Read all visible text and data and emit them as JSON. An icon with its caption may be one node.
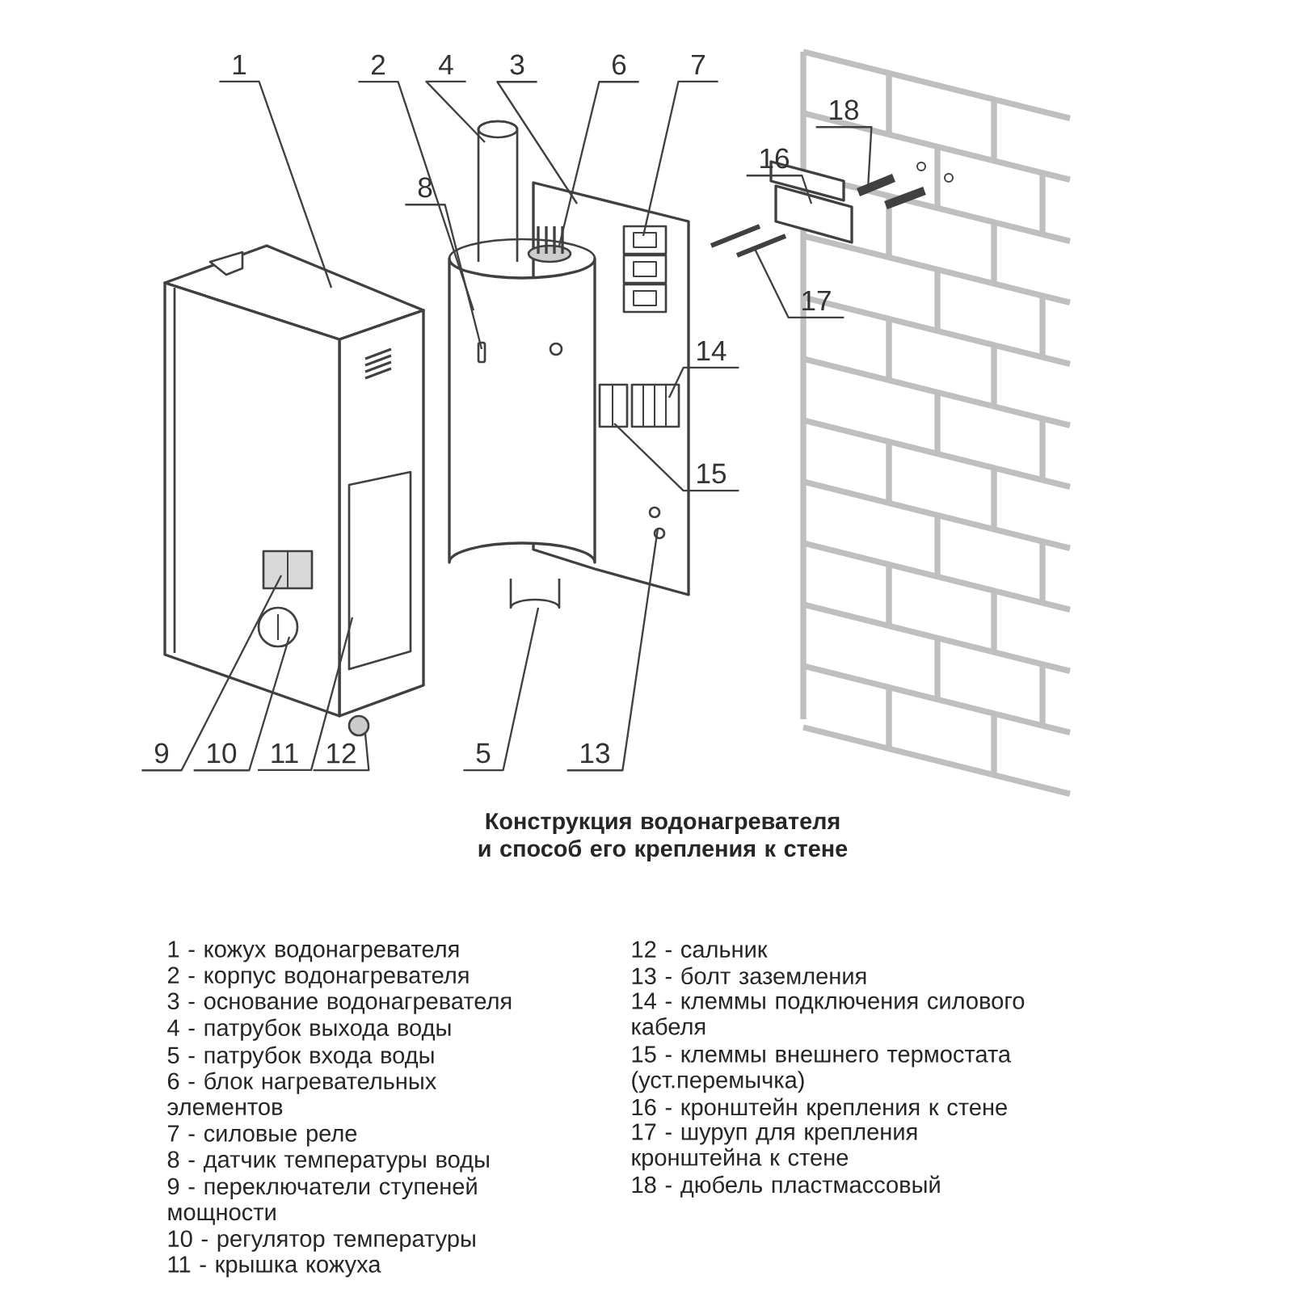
{
  "diagram": {
    "caption": "Конструкция водонагревателя и способ его крепления к стене",
    "nodes": [
      {
        "text": [
          "1"
        ]
      },
      {
        "text": [
          "2"
        ]
      },
      {
        "text": [
          "4"
        ]
      },
      {
        "text": [
          "3"
        ]
      },
      {
        "text": [
          "6"
        ]
      },
      {
        "text": [
          "7"
        ]
      },
      {
        "text": [
          "8"
        ]
      },
      {
        "text": [
          "18"
        ]
      },
      {
        "text": [
          "16"
        ]
      },
      {
        "text": [
          "17"
        ]
      },
      {
        "text": [
          "14"
        ]
      },
      {
        "text": [
          "15"
        ]
      },
      {
        "text": [
          "9"
        ]
      },
      {
        "text": [
          "10"
        ]
      },
      {
        "text": [
          "11"
        ]
      },
      {
        "text": [
          "12"
        ]
      },
      {
        "text": [
          "5"
        ]
      },
      {
        "text": [
          "13"
        ]
      },
      {
        "text": [],
        "shape": "picture"
      },
      {
        "text": [],
        "shape": "picture",
        "in": 18
      },
      {
        "text": [],
        "shape": "picture",
        "in": 18
      },
      {
        "text": [],
        "shape": "box"
      },
      {
        "text": [],
        "shape": "circle"
      },
      {
        "text": [],
        "shape": "picture"
      },
      {
        "text": [],
        "shape": "picture",
        "in": 23
      },
      {
        "text": [],
        "shape": "picture",
        "in": 23
      },
      {
        "text": [],
        "shape": "box",
        "in": 23
      },
      {
        "text": [],
        "shape": "picture",
        "in": 23
      },
      {
        "text": [],
        "shape": "picture"
      },
      {
        "text": [],
        "shape": "box",
        "in": 28
      },
      {
        "text": [],
        "shape": "picture"
      },
      {
        "text": [],
        "shape": "picture"
      },
      {
        "text": [],
        "shape": "cylinder"
      },
      {
        "text": [],
        "shape": "box"
      },
      {
        "text": [],
        "shape": "picture"
      },
      {
        "text": [],
        "shape": "picture"
      }
    ],
    "edges": [
      {
        "from": 0,
        "to": 18,
        "arrow": "none"
      },
      {
        "from": 1,
        "to": 28,
        "arrow": "none"
      },
      {
        "from": 2,
        "to": 31,
        "arrow": "none"
      },
      {
        "from": 3,
        "to": 23,
        "arrow": "none"
      },
      {
        "from": 4,
        "to": 30,
        "arrow": "none"
      },
      {
        "from": 5,
        "to": 24,
        "arrow": "none"
      },
      {
        "from": 6,
        "to": 29,
        "arrow": "none"
      },
      {
        "from": 7,
        "to": 35,
        "arrow": "none"
      },
      {
        "from": 8,
        "to": 33,
        "arrow": "none"
      },
      {
        "from": 9,
        "to": 34,
        "arrow": "none"
      },
      {
        "from": 10,
        "to": 25,
        "arrow": "none"
      },
      {
        "from": 11,
        "to": 26,
        "arrow": "none"
      },
      {
        "from": 12,
        "to": 19,
        "arrow": "none"
      },
      {
        "from": 13,
        "to": 20,
        "arrow": "none"
      },
      {
        "from": 14,
        "to": 21,
        "arrow": "none"
      },
      {
        "from": 15,
        "to": 22,
        "arrow": "none"
      },
      {
        "from": 16,
        "to": 32,
        "arrow": "none"
      },
      {
        "from": 17,
        "to": 27,
        "arrow": "none"
      }
    ],
    "labels": [
      "1 - кожух водонагревателя",
      "2 - корпус водонагревателя",
      "3 - основание водонагревателя",
      "4 - патрубок выхода воды",
      "5 - патрубок входа воды",
      "6 - блок нагревательных элементов",
      "7 - силовые реле",
      "8 - датчик температуры воды",
      "9 - переключатели ступеней мощности",
      "10 - регулятор температуры",
      "11 - крышка кожуха",
      "12 - сальник",
      "13 - болт заземления",
      "14 - клеммы подключения силового кабеля",
      "15 - клеммы внешнего термостата (уст.перемычка)",
      "16 - кронштейн крепления к стене",
      "17 - шуруп для крепления кронштейна к стене",
      "18 - дюбель пластмассовый"
    ]
  }
}
